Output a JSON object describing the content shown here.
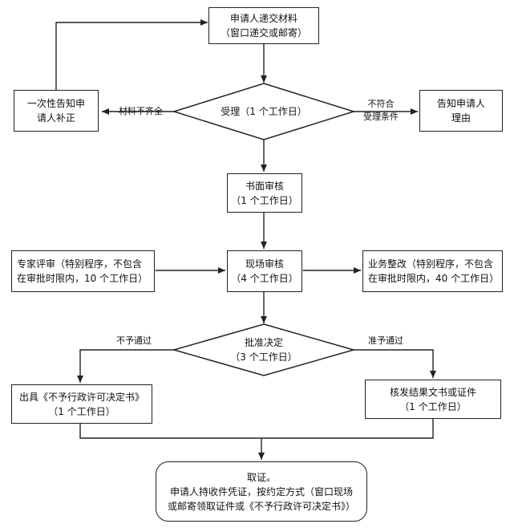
{
  "nodes": {
    "submit": {
      "line1": "申请人递交材料",
      "line2": "（窗口递交或邮寄）"
    },
    "accept": {
      "line1": "受理（1 个工作日）"
    },
    "supplement": {
      "line1": "一次性告知申",
      "line2": "请人补正"
    },
    "notify_reason": {
      "line1": "告知申请人",
      "line2": "理由"
    },
    "written_review": {
      "line1": "书面审核",
      "line2": "（1 个工作日）"
    },
    "site_review": {
      "line1": "现场审核",
      "line2": "（4 个工作日）"
    },
    "expert_review": {
      "line1": "专家评审（特别程序，不包含",
      "line2": "在审批时限内，10 个工作日）"
    },
    "business_rectify": {
      "line1": "业务整改（特别程序，不包含",
      "line2": "在审批时限内，40 个工作日）"
    },
    "decision": {
      "line1": "批准决定",
      "line2": "（3 个工作日）"
    },
    "reject_doc": {
      "line1": "出具《不予行政许可决定书》",
      "line2": "（1 个工作日）"
    },
    "issue_cert": {
      "line1": "核发结果文书或证件",
      "line2": "（1 个工作日）"
    },
    "pickup": {
      "line1": "取证。",
      "line2": "申请人持收件凭证，按约定方式（窗口现场",
      "line3": "或邮寄领取证件或《不予行政许可决定书》）"
    }
  },
  "edge_labels": {
    "incomplete": "材料不齐全",
    "not_conform_1": "不符合",
    "not_conform_2": "受理条件",
    "not_pass": "不予通过",
    "pass": "准予通过"
  }
}
